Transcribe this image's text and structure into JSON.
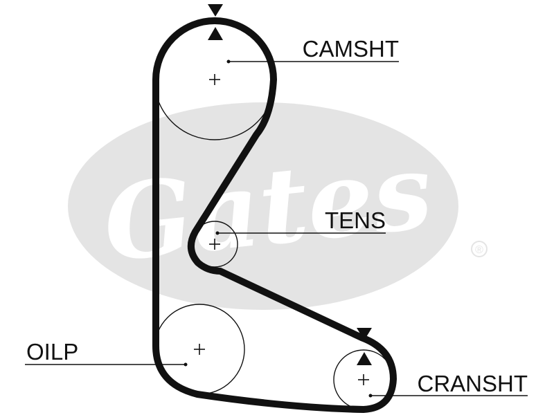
{
  "watermark": {
    "brand": "Gates",
    "registered_mark": "®",
    "color": "#e4e4e4"
  },
  "labels": {
    "camshaft": "CAMSHT",
    "tensioner": "TENS",
    "oil_pump": "OILP",
    "crankshaft": "CRANSHT"
  },
  "colors": {
    "belt": "#111111",
    "background": "#ffffff"
  },
  "markers": [
    "timing-mark-camshaft",
    "timing-mark-crankshaft"
  ]
}
